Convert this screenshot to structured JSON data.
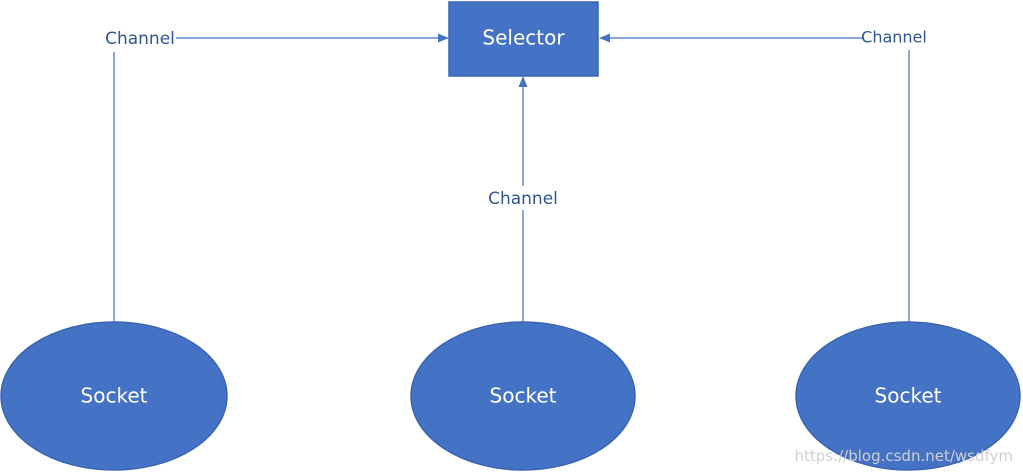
{
  "nodes": {
    "selector": "Selector",
    "socket_left": "Socket",
    "socket_center": "Socket",
    "socket_right": "Socket"
  },
  "edges": {
    "left": "Channel",
    "center": "Channel",
    "right": "Channel"
  },
  "watermark": "https://blog.csdn.net/wsdfym",
  "colors": {
    "node_fill": "#4472c4",
    "line": "#4472c4",
    "edge_text": "#2f5597"
  }
}
